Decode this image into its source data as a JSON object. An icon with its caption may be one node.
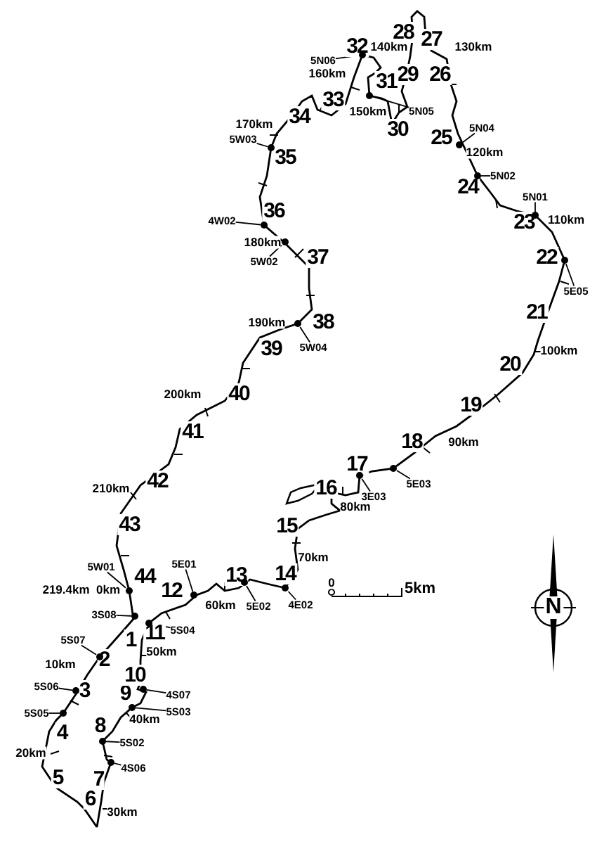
{
  "diagram": {
    "nodes": [
      {
        "text": [
          "5N06"
        ]
      },
      {
        "text": [
          "5N05"
        ]
      },
      {
        "text": [
          "5N04"
        ]
      },
      {
        "text": [
          "5N02"
        ]
      },
      {
        "text": [
          "5N01"
        ]
      },
      {
        "text": [
          "5E05"
        ]
      },
      {
        "text": [
          "5W03"
        ]
      },
      {
        "text": [
          "4W02"
        ]
      },
      {
        "text": [
          "5W02"
        ]
      },
      {
        "text": [
          "5W04"
        ]
      },
      {
        "text": [
          "5E03"
        ]
      },
      {
        "text": [
          "3E03"
        ]
      },
      {
        "text": [
          "5W01"
        ]
      },
      {
        "text": [
          "5E01"
        ]
      },
      {
        "text": [
          "5E02"
        ]
      },
      {
        "text": [
          "4E02"
        ]
      },
      {
        "text": [
          "3S08"
        ]
      },
      {
        "text": [
          "5S04"
        ]
      },
      {
        "text": [
          "5S07"
        ]
      },
      {
        "text": [
          "5S06"
        ]
      },
      {
        "text": [
          "5S05"
        ]
      },
      {
        "text": [
          "4S07"
        ]
      },
      {
        "text": [
          "5S03"
        ]
      },
      {
        "text": [
          "5S02"
        ]
      },
      {
        "text": [
          "4S06"
        ]
      },
      {
        "text": [],
        "shape": "circle"
      },
      {
        "text": [],
        "shape": "circle"
      },
      {
        "text": [],
        "shape": "circle"
      },
      {
        "text": [],
        "shape": "circle"
      },
      {
        "text": [],
        "shape": "circle"
      },
      {
        "text": [],
        "shape": "circle"
      },
      {
        "text": [],
        "shape": "circle"
      },
      {
        "text": [],
        "shape": "circle"
      },
      {
        "text": [],
        "shape": "circle"
      },
      {
        "text": [],
        "shape": "circle"
      },
      {
        "text": [],
        "shape": "circle"
      },
      {
        "text": [],
        "shape": "circle"
      },
      {
        "text": [],
        "shape": "circle"
      },
      {
        "text": [],
        "shape": "circle"
      },
      {
        "text": [],
        "shape": "circle"
      },
      {
        "text": [],
        "shape": "circle"
      },
      {
        "text": [],
        "shape": "circle"
      },
      {
        "text": [],
        "shape": "circle"
      },
      {
        "text": [],
        "shape": "circle"
      },
      {
        "text": [],
        "shape": "circle"
      },
      {
        "text": [],
        "shape": "circle"
      },
      {
        "text": [],
        "shape": "circle"
      },
      {
        "text": [],
        "shape": "circle"
      },
      {
        "text": [],
        "shape": "circle"
      },
      {
        "text": [],
        "shape": "circle"
      }
    ],
    "edges": [
      {
        "from": 0,
        "to": 25,
        "arrow": "none"
      },
      {
        "from": 1,
        "to": 26,
        "arrow": "none"
      },
      {
        "from": 2,
        "to": 27,
        "arrow": "none"
      },
      {
        "from": 3,
        "to": 28,
        "arrow": "none"
      },
      {
        "from": 4,
        "to": 29,
        "arrow": "none"
      },
      {
        "from": 5,
        "to": 30,
        "arrow": "none"
      },
      {
        "from": 6,
        "to": 31,
        "arrow": "none"
      },
      {
        "from": 7,
        "to": 32,
        "arrow": "none"
      },
      {
        "from": 8,
        "to": 33,
        "arrow": "none"
      },
      {
        "from": 9,
        "to": 34,
        "arrow": "none"
      },
      {
        "from": 10,
        "to": 35,
        "arrow": "none"
      },
      {
        "from": 11,
        "to": 36,
        "arrow": "none"
      },
      {
        "from": 12,
        "to": 37,
        "arrow": "none"
      },
      {
        "from": 13,
        "to": 38,
        "arrow": "none"
      },
      {
        "from": 14,
        "to": 39,
        "arrow": "none"
      },
      {
        "from": 15,
        "to": 40,
        "arrow": "none"
      },
      {
        "from": 16,
        "to": 41,
        "arrow": "none"
      },
      {
        "from": 17,
        "to": 42,
        "arrow": "none"
      },
      {
        "from": 18,
        "to": 43,
        "arrow": "none"
      },
      {
        "from": 19,
        "to": 44,
        "arrow": "none"
      },
      {
        "from": 20,
        "to": 45,
        "arrow": "none"
      },
      {
        "from": 21,
        "to": 46,
        "arrow": "none"
      },
      {
        "from": 22,
        "to": 47,
        "arrow": "none"
      },
      {
        "from": 23,
        "to": 48,
        "arrow": "none"
      },
      {
        "from": 24,
        "to": 49,
        "arrow": "none"
      }
    ],
    "labels": [
      "1",
      "2",
      "3",
      "4",
      "5",
      "6",
      "7",
      "8",
      "9",
      "10",
      "11",
      "12",
      "13",
      "14",
      "15",
      "16",
      "17",
      "18",
      "19",
      "20",
      "21",
      "22",
      "23",
      "24",
      "25",
      "26",
      "27",
      "28",
      "29",
      "30",
      "31",
      "32",
      "33",
      "34",
      "35",
      "36",
      "37",
      "38",
      "39",
      "40",
      "41",
      "42",
      "43",
      "44",
      "219.4km",
      "0km",
      "10km",
      "20km",
      "30km",
      "40km",
      "50km",
      "60km",
      "70km",
      "80km",
      "90km",
      "100km",
      "110km",
      "120km",
      "130km",
      "140km",
      "150km",
      "160km",
      "170km",
      "180km",
      "190km",
      "200km",
      "210km",
      "0",
      "5km",
      "N"
    ]
  }
}
